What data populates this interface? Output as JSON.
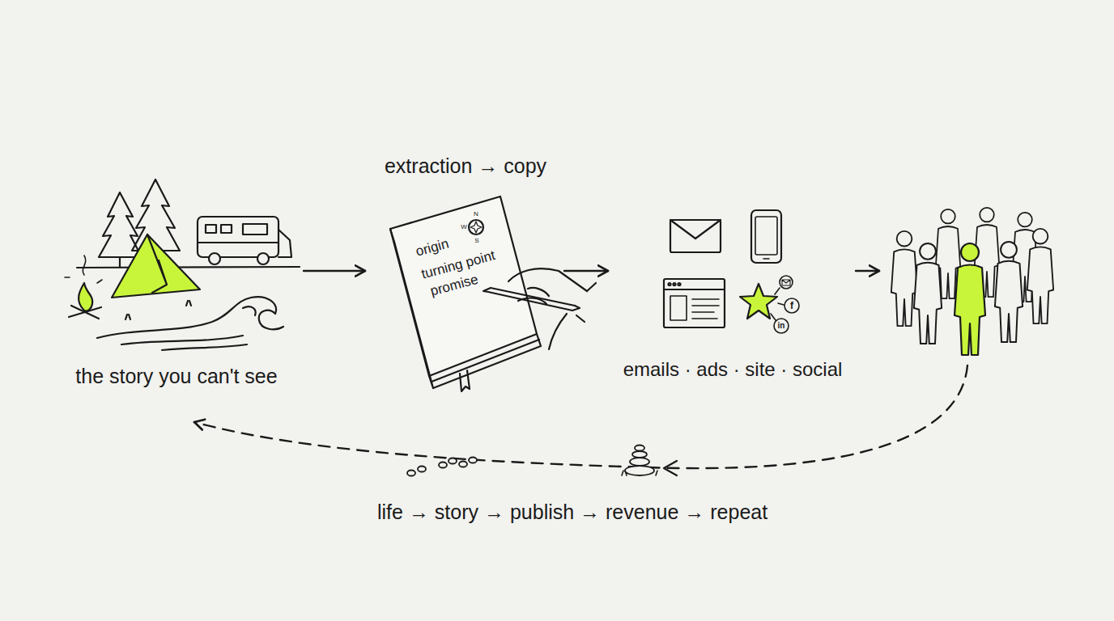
{
  "diagram": {
    "nodes": [
      {
        "text": [
          "the story you can't see"
        ]
      },
      {
        "text": [
          "extraction → copy",
          "origin",
          "turning point",
          "promise"
        ]
      },
      {
        "text": [
          "emails · ads · site · social"
        ]
      },
      {
        "text": []
      }
    ],
    "edges": [
      {
        "from": 0,
        "to": 1,
        "arrow": "to"
      },
      {
        "from": 1,
        "to": 2,
        "arrow": "to"
      },
      {
        "from": 2,
        "to": 3,
        "arrow": "to"
      },
      {
        "from": 3,
        "to": 0,
        "arrow": "to",
        "label": "life → story → publish → revenue → repeat"
      }
    ],
    "labels": [
      "N",
      "W",
      "S",
      "f",
      "in"
    ]
  }
}
